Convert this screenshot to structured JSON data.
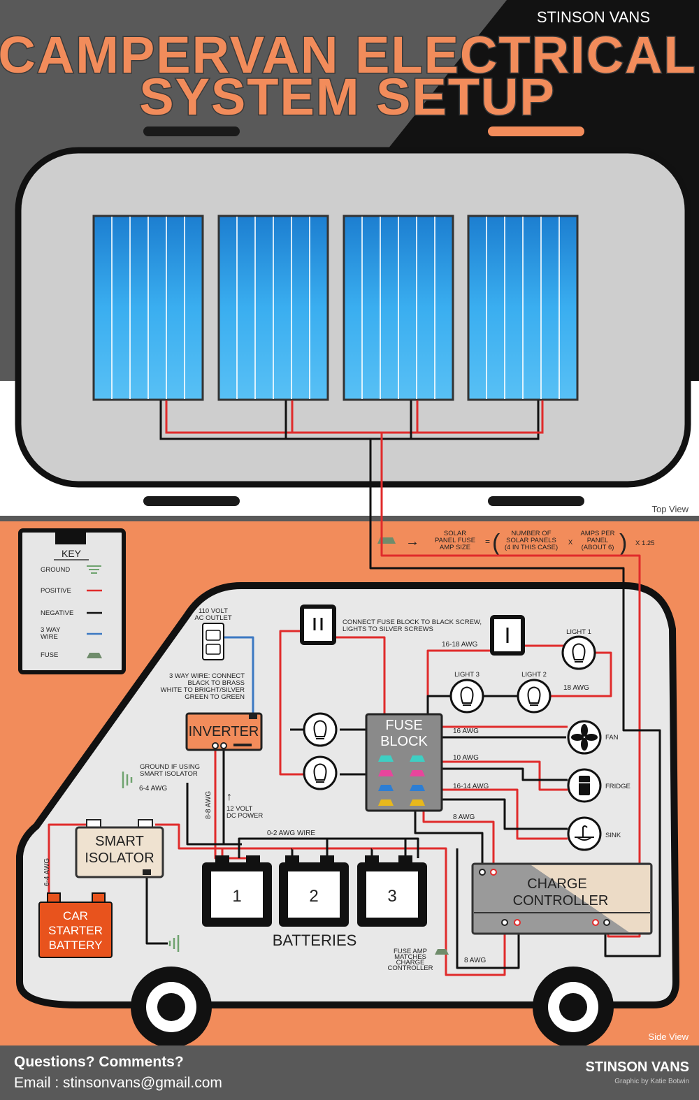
{
  "brand_top": "STINSON VANS",
  "title_line1": "CAMPERVAN ELECTRICAL",
  "title_line2": "SYSTEM SETUP",
  "top_view_label": "Top View",
  "side_view_label": "Side View",
  "key": {
    "title": "KEY",
    "items": [
      "GROUND",
      "POSITIVE",
      "NEGATIVE",
      "3 WAY WIRE",
      "FUSE"
    ]
  },
  "formula": {
    "lhs": [
      "SOLAR",
      "PANEL FUSE",
      "AMP SIZE"
    ],
    "term1": [
      "NUMBER OF",
      "SOLAR PANELS",
      "(4 IN THIS CASE)"
    ],
    "times": "X",
    "term2": [
      "AMPS PER",
      "PANEL",
      "(ABOUT 6)"
    ],
    "factor": "X  1.25"
  },
  "labels": {
    "ac_outlet": [
      "110 VOLT",
      "AC OUTLET"
    ],
    "three_way_note": [
      "3 WAY WIRE: CONNECT",
      "BLACK TO BRASS",
      "WHITE TO BRIGHT/SILVER",
      "GREEN TO GREEN"
    ],
    "connect_fuse_note": [
      "CONNECT FUSE BLOCK TO BLACK SCREW,",
      "LIGHTS TO SILVER SCREWS"
    ],
    "inverter": "INVERTER",
    "fuse_block": [
      "FUSE",
      "BLOCK"
    ],
    "charge_controller": [
      "CHARGE",
      "CONTROLLER"
    ],
    "smart_isolator": [
      "SMART",
      "ISOLATOR"
    ],
    "car_battery": [
      "CAR",
      "STARTER",
      "BATTERY"
    ],
    "batteries": "BATTERIES",
    "battery_numbers": [
      "1",
      "2",
      "3"
    ],
    "ground_note": [
      "GROUND IF USING",
      "SMART ISOLATOR"
    ],
    "dc_power": [
      "12 VOLT",
      "DC POWER"
    ],
    "fuse_amp_note": [
      "FUSE AMP",
      "MATCHES",
      "CHARGE",
      "CONTROLLER"
    ],
    "light1": "LIGHT 1",
    "light2": "LIGHT 2",
    "light3": "LIGHT 3",
    "fan": "FAN",
    "fridge": "FRIDGE",
    "sink": "SINK",
    "awg_16_18": "16-18 AWG",
    "awg_18": "18 AWG",
    "awg_16": "16 AWG",
    "awg_10": "10 AWG",
    "awg_16_14": "16-14 AWG",
    "awg_8": "8 AWG",
    "awg_8_bottom": "8 AWG",
    "awg_6_4": "6-4 AWG",
    "awg_6_4_left": "6-4 AWG",
    "awg_8_8": "8-8 AWG",
    "awg_0_2": "0-2 AWG WIRE"
  },
  "footer": {
    "questions": "Questions? Comments?",
    "email": "Email : stinsonvans@gmail.com",
    "brand": "STINSON VANS",
    "credit": "Graphic by Katie Botwin"
  },
  "colors": {
    "orange": "#F28C5B",
    "positive": "#E02B2B",
    "negative": "#111111",
    "three_way": "#3B78C2",
    "ground": "#6FA36F",
    "fuse": "#6F8C6B",
    "panel_blue": "#2E9FE6"
  }
}
